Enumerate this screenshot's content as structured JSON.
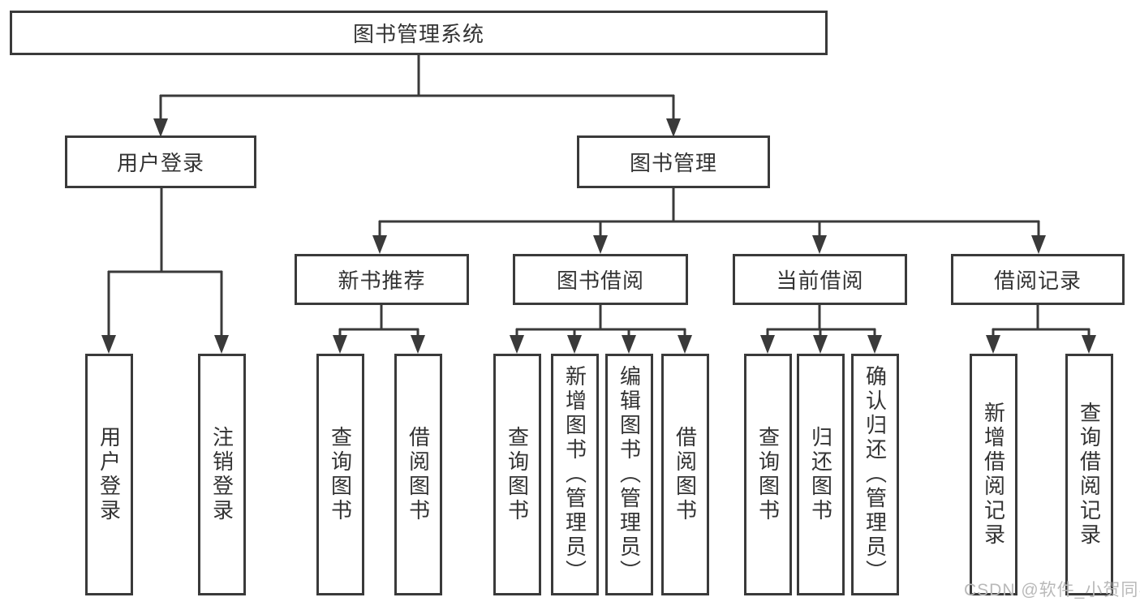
{
  "title": "图书管理系统",
  "level1": {
    "user_login": "用户登录",
    "book_management": "图书管理"
  },
  "level2": {
    "new_book_recommend": "新书推荐",
    "book_borrow": "图书借阅",
    "current_borrow": "当前借阅",
    "borrow_records": "借阅记录"
  },
  "leaves": {
    "user_login": [
      "用户登录",
      "注销登录"
    ],
    "new_book_recommend": [
      "查询图书",
      "借阅图书"
    ],
    "book_borrow": [
      "查询图书",
      "新增图书（管理员）",
      "编辑图书（管理员）",
      "借阅图书"
    ],
    "current_borrow": [
      "查询图书",
      "归还图书",
      "确认归还（管理员）"
    ],
    "borrow_records": [
      "新增借阅记录",
      "查询借阅记录"
    ]
  },
  "watermark": "CSDN @软件_小贺同学",
  "colors": {
    "line": "#3a3a3a",
    "text": "#333333",
    "watermark": "#b9b9b9",
    "background": "#ffffff"
  }
}
